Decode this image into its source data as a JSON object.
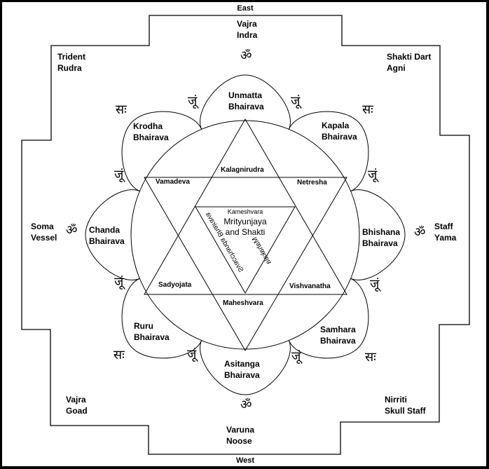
{
  "directions": {
    "east": "East",
    "west": "West"
  },
  "guardians": {
    "north_top": [
      "Vajra",
      "Indra"
    ],
    "top_left": [
      "Trident",
      "Rudra"
    ],
    "top_right": [
      "Shakti Dart",
      "Agni"
    ],
    "left": [
      "Soma",
      "Vessel"
    ],
    "right": [
      "Staff",
      "Yama"
    ],
    "bottom_left": [
      "Vajra",
      "Goad"
    ],
    "bottom_right": [
      "Nirriti",
      "Skull Staff"
    ],
    "bottom": [
      "Varuna",
      "Noose"
    ]
  },
  "bhairavas": {
    "top": [
      "Unmatta",
      "Bhairava"
    ],
    "top_left": [
      "Krodha",
      "Bhairava"
    ],
    "top_right": [
      "Kapala",
      "Bhairava"
    ],
    "left": [
      "Chanda",
      "Bhairava"
    ],
    "right": [
      "Bhishana",
      "Bhairava"
    ],
    "bottom_left": [
      "Ruru",
      "Bhairava"
    ],
    "bottom_right": [
      "Samhara",
      "Bhairava"
    ],
    "bottom": [
      "Asitanga",
      "Bhairava"
    ]
  },
  "triangle_labels": {
    "top": "Kalagnirudra",
    "upper_left": "Vamadeva",
    "upper_right": "Netresha",
    "lower_left": "Sadyojata",
    "lower_right": "Vishvanatha",
    "bottom": "Maheshvara"
  },
  "center": {
    "top": "Kameshvara",
    "title_line1": "Mrityunjaya",
    "title_line2": "and Shakti",
    "left_side": "Svacchanda Bhairava",
    "right_side": "Mahakala"
  },
  "mantra_glyphs": {
    "om": "ॐ",
    "jum": "जूं",
    "sah": "सः"
  }
}
